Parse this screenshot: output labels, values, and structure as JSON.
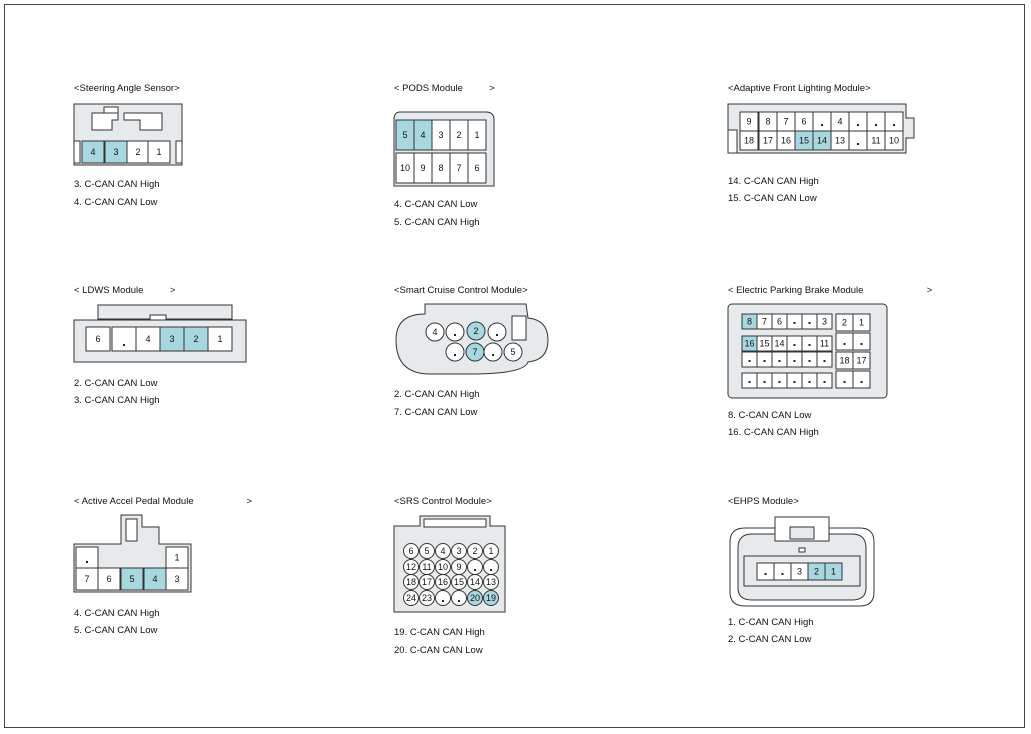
{
  "colors": {
    "highlight": "#a9d7e0",
    "body": "#e6eaec",
    "line": "#333333"
  },
  "connectors": [
    {
      "id": "steering-angle-sensor",
      "title": "<Steering Angle Sensor>",
      "pins": [
        "4",
        "3",
        "2",
        "1"
      ],
      "highlighted": [
        "4",
        "3"
      ],
      "notes": [
        "3. C-CAN CAN High",
        "4. C-CAN CAN Low"
      ]
    },
    {
      "id": "pods-module",
      "title": "< PODS Module          >",
      "pins": [
        "5",
        "4",
        "3",
        "2",
        "1",
        "10",
        "9",
        "8",
        "7",
        "6"
      ],
      "highlighted": [
        "5",
        "4"
      ],
      "notes": [
        "4. C-CAN CAN Low",
        "5. C-CAN CAN High"
      ]
    },
    {
      "id": "adaptive-front-lighting-module",
      "title": "<Adaptive Front Lighting Module>",
      "pins": [
        "9",
        "8",
        "7",
        "6",
        "4",
        "18",
        "17",
        "16",
        "15",
        "14",
        "13",
        "11",
        "10"
      ],
      "highlighted": [
        "15",
        "14"
      ],
      "notes": [
        "14. C-CAN CAN High",
        "15. C-CAN CAN Low"
      ]
    },
    {
      "id": "ldws-module",
      "title": "< LDWS Module          >",
      "pins": [
        "6",
        "4",
        "3",
        "2",
        "1"
      ],
      "highlighted": [
        "3",
        "2"
      ],
      "notes": [
        "2. C-CAN CAN Low",
        "3. C-CAN CAN High"
      ]
    },
    {
      "id": "smart-cruise-control-module",
      "title": "<Smart Cruise Control Module>",
      "pins": [
        "4",
        "2",
        "7",
        "5"
      ],
      "highlighted": [
        "2",
        "7"
      ],
      "notes": [
        "2. C-CAN CAN High",
        "7. C-CAN CAN Low"
      ]
    },
    {
      "id": "electric-parking-brake-module",
      "title": "< Electric Parking Brake Module                        >",
      "pins": [
        "8",
        "7",
        "6",
        "3",
        "2",
        "1",
        "16",
        "15",
        "14",
        "11",
        "18",
        "17"
      ],
      "highlighted": [
        "8",
        "16"
      ],
      "notes": [
        "8. C-CAN CAN Low",
        "16. C-CAN CAN High"
      ]
    },
    {
      "id": "active-accel-pedal-module",
      "title": "< Active Accel Pedal Module                    >",
      "pins": [
        "1",
        "7",
        "6",
        "5",
        "4",
        "3"
      ],
      "highlighted": [
        "5",
        "4"
      ],
      "notes": [
        "4. C-CAN CAN High",
        "5. C-CAN CAN Low"
      ]
    },
    {
      "id": "srs-control-module",
      "title": "<SRS Control Module>",
      "pins": [
        "6",
        "5",
        "4",
        "3",
        "2",
        "1",
        "12",
        "11",
        "10",
        "9",
        "18",
        "17",
        "16",
        "15",
        "14",
        "13",
        "24",
        "23",
        "20",
        "19"
      ],
      "highlighted": [
        "20",
        "19"
      ],
      "notes": [
        "19. C-CAN CAN High",
        "20. C-CAN CAN Low"
      ]
    },
    {
      "id": "ehps-module",
      "title": "<EHPS Module>",
      "pins": [
        "3",
        "2",
        "1"
      ],
      "highlighted": [
        "2",
        "1"
      ],
      "notes": [
        "1. C-CAN CAN High",
        "2. C-CAN CAN Low"
      ]
    }
  ]
}
